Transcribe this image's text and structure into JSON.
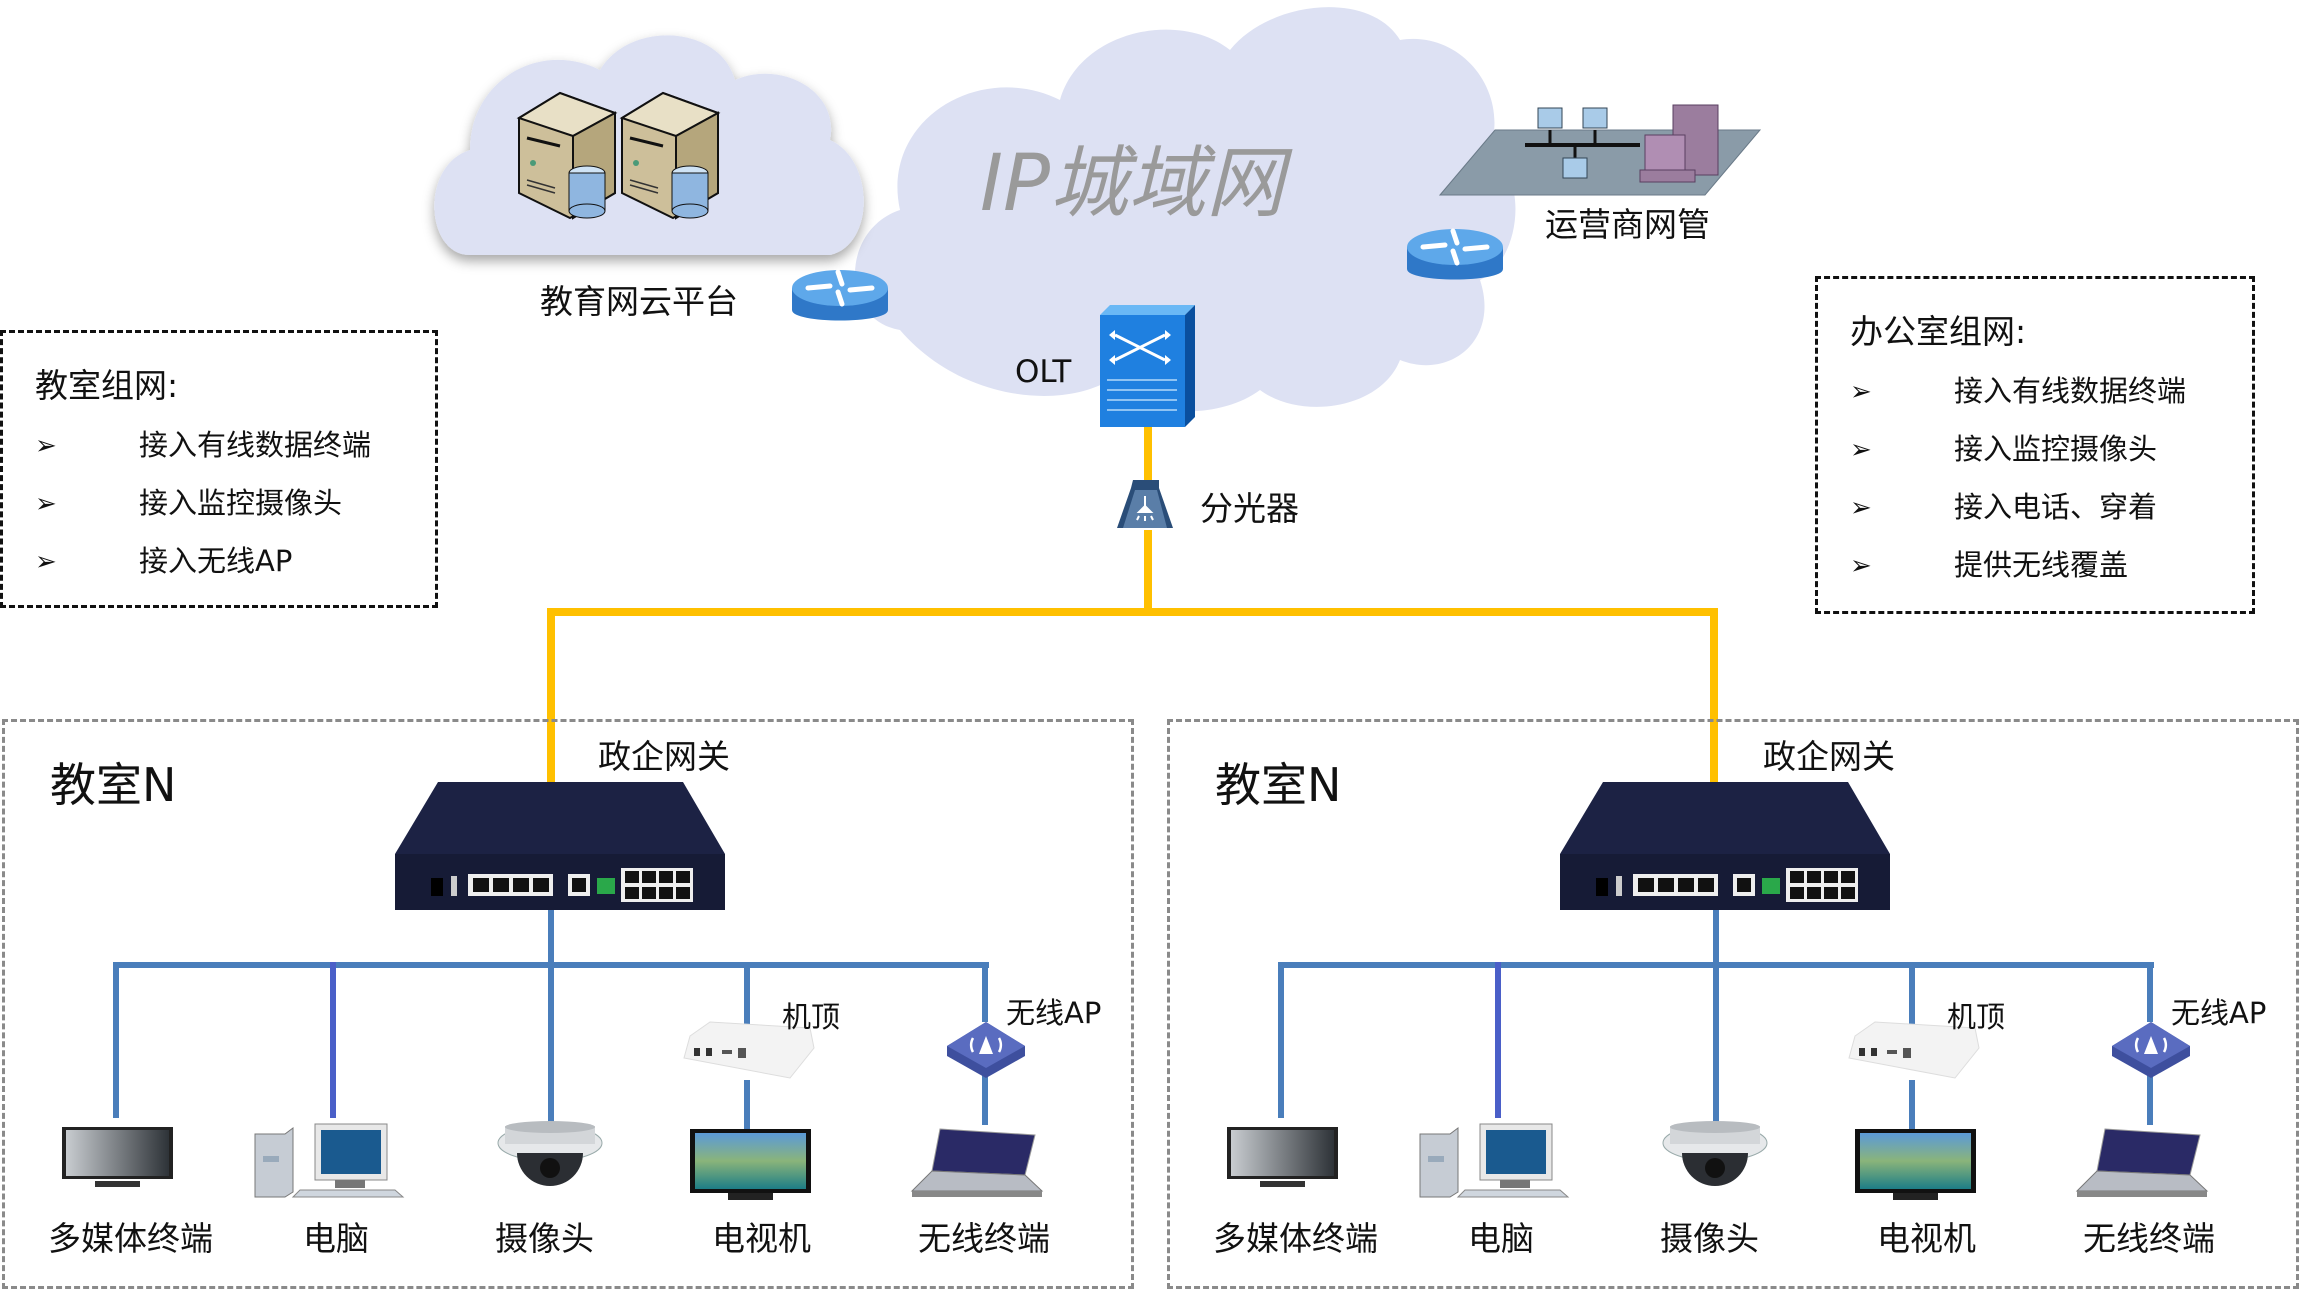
{
  "diagram": {
    "title": "IP城域网",
    "cloud_platform_label": "教育网云平台",
    "operator_nms_label": "运营商网管",
    "olt_label": "OLT",
    "splitter_label": "分光器",
    "colors": {
      "cloud": "#dde1f3",
      "fiber": "#ffc000",
      "ethernet": "#4a7ebb",
      "title_gray": "#9a9a9a",
      "gateway": "#1b2040"
    }
  },
  "classroom_networking": {
    "title": "教室组网:",
    "bullet": "➢",
    "items": [
      "接入有线数据终端",
      "接入监控摄像头",
      "接入无线AP"
    ]
  },
  "office_networking": {
    "title": "办公室组网:",
    "bullet": "➢",
    "items": [
      "接入有线数据终端",
      "接入监控摄像头",
      "接入电话、穿着",
      "提供无线覆盖"
    ]
  },
  "rooms": [
    {
      "title": "教室N",
      "gateway_label": "政企网关",
      "stb_label": "机顶",
      "ap_label": "无线AP",
      "devices": [
        "多媒体终端",
        "电脑",
        "摄像头",
        "电视机",
        "无线终端"
      ]
    },
    {
      "title": "教室N",
      "gateway_label": "政企网关",
      "stb_label": "机顶",
      "ap_label": "无线AP",
      "devices": [
        "多媒体终端",
        "电脑",
        "摄像头",
        "电视机",
        "无线终端"
      ]
    }
  ]
}
